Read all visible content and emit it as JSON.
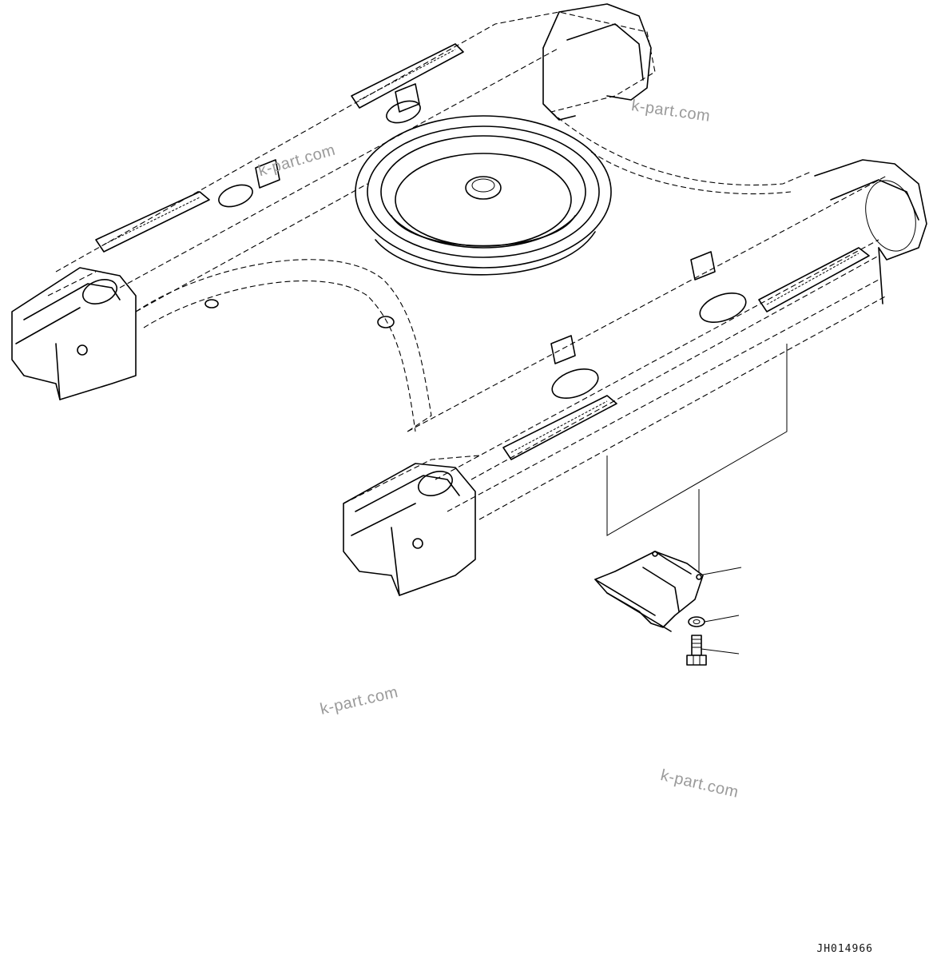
{
  "watermark_text": "k-part.com",
  "drawing_code": "JH014966",
  "callouts": [
    {
      "part": "cover"
    },
    {
      "part": "washer"
    },
    {
      "part": "bolt"
    }
  ]
}
